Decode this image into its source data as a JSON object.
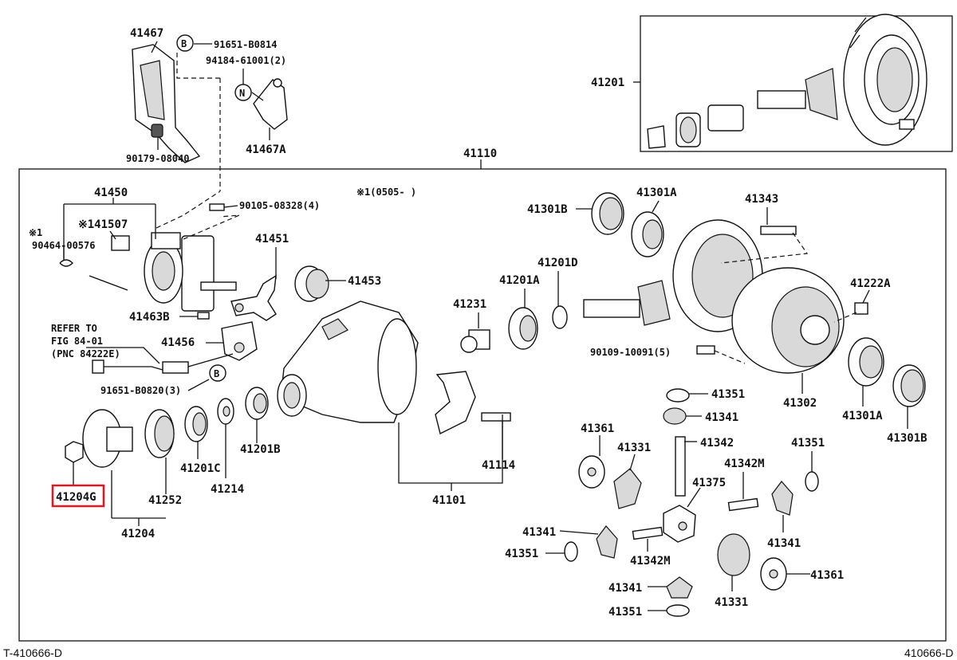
{
  "diagram": {
    "labels": {
      "p41467": "41467",
      "p91651_b0814": "91651-B0814",
      "p94184": "94184-61001(2)",
      "p90179": "90179-08040",
      "p41467a": "41467A",
      "p41201": "41201",
      "p41110": "41110",
      "p41450": "41450",
      "note_x1_date": "※1(0505-    )",
      "p90105": "90105-08328(4)",
      "p41301b_top": "41301B",
      "p41301a_top": "41301A",
      "p41343": "41343",
      "x1": "※1",
      "p141507": "※141507",
      "p90464": "90464-00576",
      "p41451": "41451",
      "p41453": "41453",
      "p41201d": "41201D",
      "p41201a": "41201A",
      "p41231": "41231",
      "p41222a": "41222A",
      "p41463b": "41463B",
      "refer1": "REFER TO",
      "refer2": "FIG 84-01",
      "refer3": "(PNC 84222E)",
      "p41456": "41456",
      "p90109": "90109-10091(5)",
      "p41302": "41302",
      "p91651_b0820": "91651-B0820(3)",
      "p41351_a": "41351",
      "p41341_a": "41341",
      "p41301a_b": "41301A",
      "p41301b_b": "41301B",
      "p41361_a": "41361",
      "p41342": "41342",
      "p41351_b": "41351",
      "p41201c": "41201C",
      "p41201b": "41201B",
      "p41331_a": "41331",
      "p41114": "41114",
      "p41342m_a": "41342M",
      "p41204g": "41204G",
      "p41214": "41214",
      "p41252": "41252",
      "p41101": "41101",
      "p41375": "41375",
      "p41204": "41204",
      "p41341_b": "41341",
      "p41341_c": "41341",
      "p41351_c": "41351",
      "p41342m_b": "41342M",
      "p41361_b": "41361",
      "p41341_d": "41341",
      "p41331_b": "41331",
      "p41351_d": "41351",
      "circle_b1": "B",
      "circle_n": "N",
      "circle_b2": "B"
    },
    "footer": {
      "left": "T-410666-D",
      "right": "410666-D"
    },
    "highlight_color": "#e8141c"
  }
}
